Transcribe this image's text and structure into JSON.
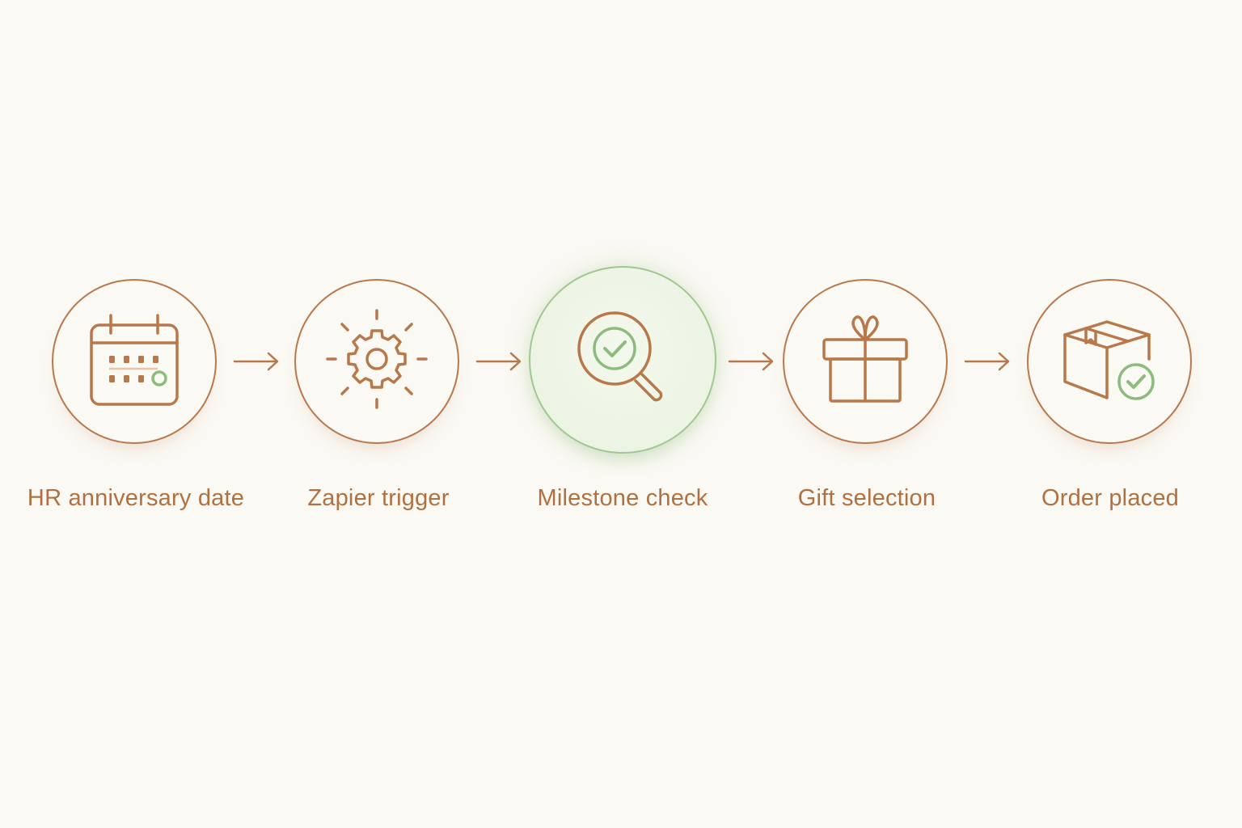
{
  "steps": [
    {
      "label": "HR anniversary date",
      "icon": "calendar-icon"
    },
    {
      "label": "Zapier trigger",
      "icon": "gear-icon"
    },
    {
      "label": "Milestone check",
      "icon": "magnifier-check-icon",
      "highlighted": true
    },
    {
      "label": "Gift selection",
      "icon": "gift-icon"
    },
    {
      "label": "Order placed",
      "icon": "package-check-icon"
    }
  ],
  "colors": {
    "background": "#fbf9f4",
    "primary_stroke": "#b8784a",
    "label_text": "#b0703f",
    "accent_green": "#8cbc7c",
    "highlight_fill": "#ecf4e4"
  }
}
